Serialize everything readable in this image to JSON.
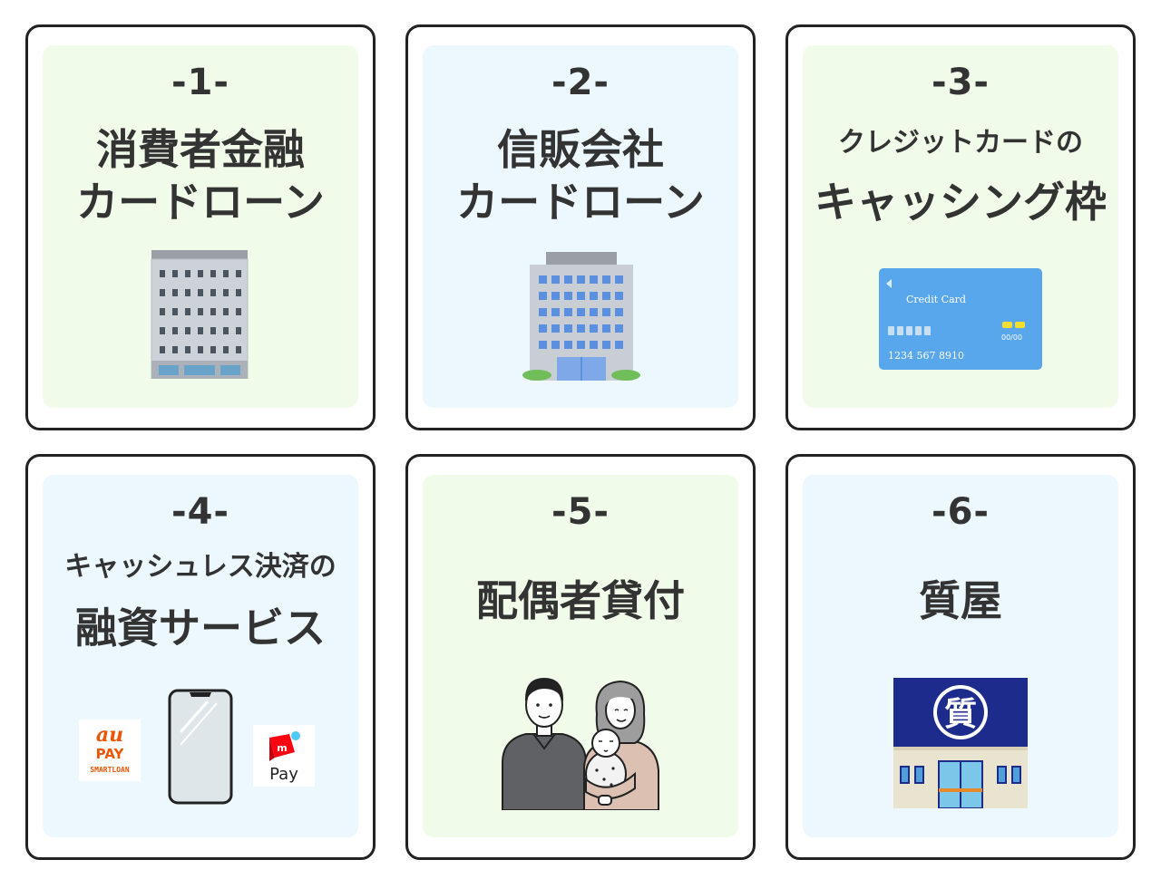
{
  "cards": [
    {
      "number": "-1-",
      "lines": [
        "消費者金融",
        "カードローン"
      ]
    },
    {
      "number": "-2-",
      "lines": [
        "信販会社",
        "カードローン"
      ]
    },
    {
      "number": "-3-",
      "lines": [
        "クレジットカードの",
        "キャッシング枠"
      ],
      "card": {
        "label": "Credit Card",
        "number": "1234 567 8910",
        "expiry": "00/00"
      }
    },
    {
      "number": "-4-",
      "lines": [
        "キャッシュレス決済の",
        "融資サービス"
      ],
      "aupay": {
        "au": "au",
        "pay": "PAY",
        "smartloan": "SMARTLOAN"
      },
      "merpay": {
        "m": "m",
        "pay": "Pay"
      }
    },
    {
      "number": "-5-",
      "lines": [
        "配偶者貸付"
      ]
    },
    {
      "number": "-6-",
      "lines": [
        "質屋"
      ],
      "shop_sign": "質"
    }
  ],
  "colors": {
    "green_bg": "#f1fbea",
    "blue_bg": "#ecf8fd",
    "border": "#222222",
    "au_orange": "#eb5505",
    "merpay_red": "#ff0211",
    "pawn_navy": "#1d2c8c"
  }
}
